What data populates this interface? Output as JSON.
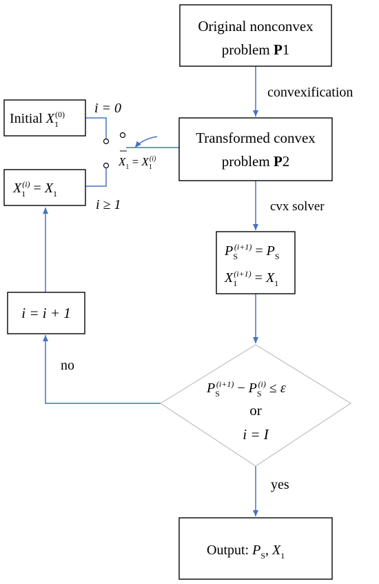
{
  "colors": {
    "flow": "#4472c4",
    "outline": "#000000",
    "diamond": "#bfbfbf"
  },
  "nodes": {
    "original": {
      "line1": "Original nonconvex",
      "line2_prefix": "problem ",
      "line2_bold": "P",
      "line2_num": "1"
    },
    "transformed": {
      "line1": "Transformed convex",
      "line2_prefix": "problem ",
      "line2_bold": "P",
      "line2_num": "2"
    },
    "initial": {
      "prefix": "Initial ",
      "var": "X",
      "sub": "1",
      "sup": "(0)"
    },
    "update": {
      "lhs_var": "X",
      "lhs_sub": "1",
      "lhs_sup": "(i)",
      "eq": " = ",
      "rhs_var": "X",
      "rhs_sub": "1"
    },
    "solution": {
      "row1": {
        "lhs_var": "P",
        "lhs_sub": "S",
        "lhs_sup": "(i+1)",
        "eq": " = ",
        "rhs_var": "P",
        "rhs_sub": "S"
      },
      "row2": {
        "lhs_var": "X",
        "lhs_sub": "1",
        "lhs_sup": "(i+1)",
        "eq": " = ",
        "rhs_var": "X",
        "rhs_sub": "1"
      }
    },
    "increment": {
      "text": "i = i + 1"
    },
    "decision": {
      "line1": {
        "a_var": "P",
        "a_sub": "S",
        "a_sup": "(i+1)",
        "minus": " − ",
        "b_var": "P",
        "b_sub": "S",
        "b_sup": "(i)",
        "leq": " ≤ ",
        "eps": "ε"
      },
      "line2": "or",
      "line3": "i = I"
    },
    "output": {
      "prefix": "Output:  ",
      "p_var": "P",
      "p_sub": "S",
      "comma": ", ",
      "x_var": "X",
      "x_sub": "1"
    }
  },
  "labels": {
    "convexification": "convexification",
    "cvx_solver": "cvx solver",
    "no": "no",
    "yes": "yes",
    "i_zero": "i = 0",
    "i_geq": "i ≥ 1",
    "switch": {
      "var": "X",
      "sub": "1",
      "eq": " = ",
      "rhs_var": "X",
      "rhs_sub": "1",
      "rhs_sup": "(i)"
    }
  }
}
